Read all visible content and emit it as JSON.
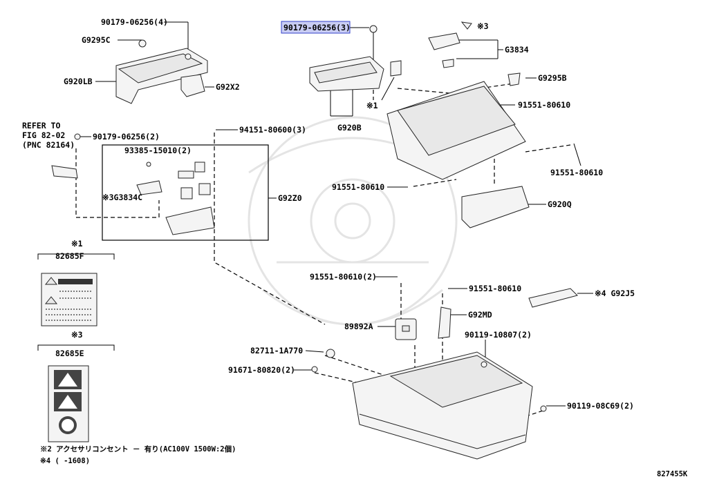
{
  "diagram": {
    "callouts": {
      "c01": "90179-06256(4)",
      "c02": "G9295C",
      "c03": "G920LB",
      "c04": "G92X2",
      "c05": "90179-06256(3)",
      "c06": "※3",
      "c07": "G3834",
      "c08": "G9295B",
      "c09": "※1",
      "c10": "G920B",
      "c11": "91551-80610",
      "c12": "91551-80610",
      "c13": "REFER TO",
      "c14": "FIG 82-02",
      "c15": "(PNC 82164)",
      "c16": "90179-06256(2)",
      "c17": "94151-80600(3)",
      "c18": "93385-15010(2)",
      "c19": "※3G3834C",
      "c20": "G92Z0",
      "c21": "91551-80610",
      "c22": "G920Q",
      "c23": "※1",
      "c24": "82685F",
      "c25": "91551-80610(2)",
      "c26": "91551-80610",
      "c27": "※4 G92J5",
      "c28": "G92MD",
      "c29": "89892A",
      "c30": "90119-10807(2)",
      "c31": "※3",
      "c32": "82685E",
      "c33": "82711-1A770",
      "c34": "91671-80820(2)",
      "c35": "90119-08C69(2)",
      "c36": "※2 アクセサリコンセント － 有り(AC100V 1500W:2個)",
      "c37": "※4 (     -1608)",
      "c38": "827455K"
    },
    "highlighted_callout": "90179-06256(3)"
  }
}
